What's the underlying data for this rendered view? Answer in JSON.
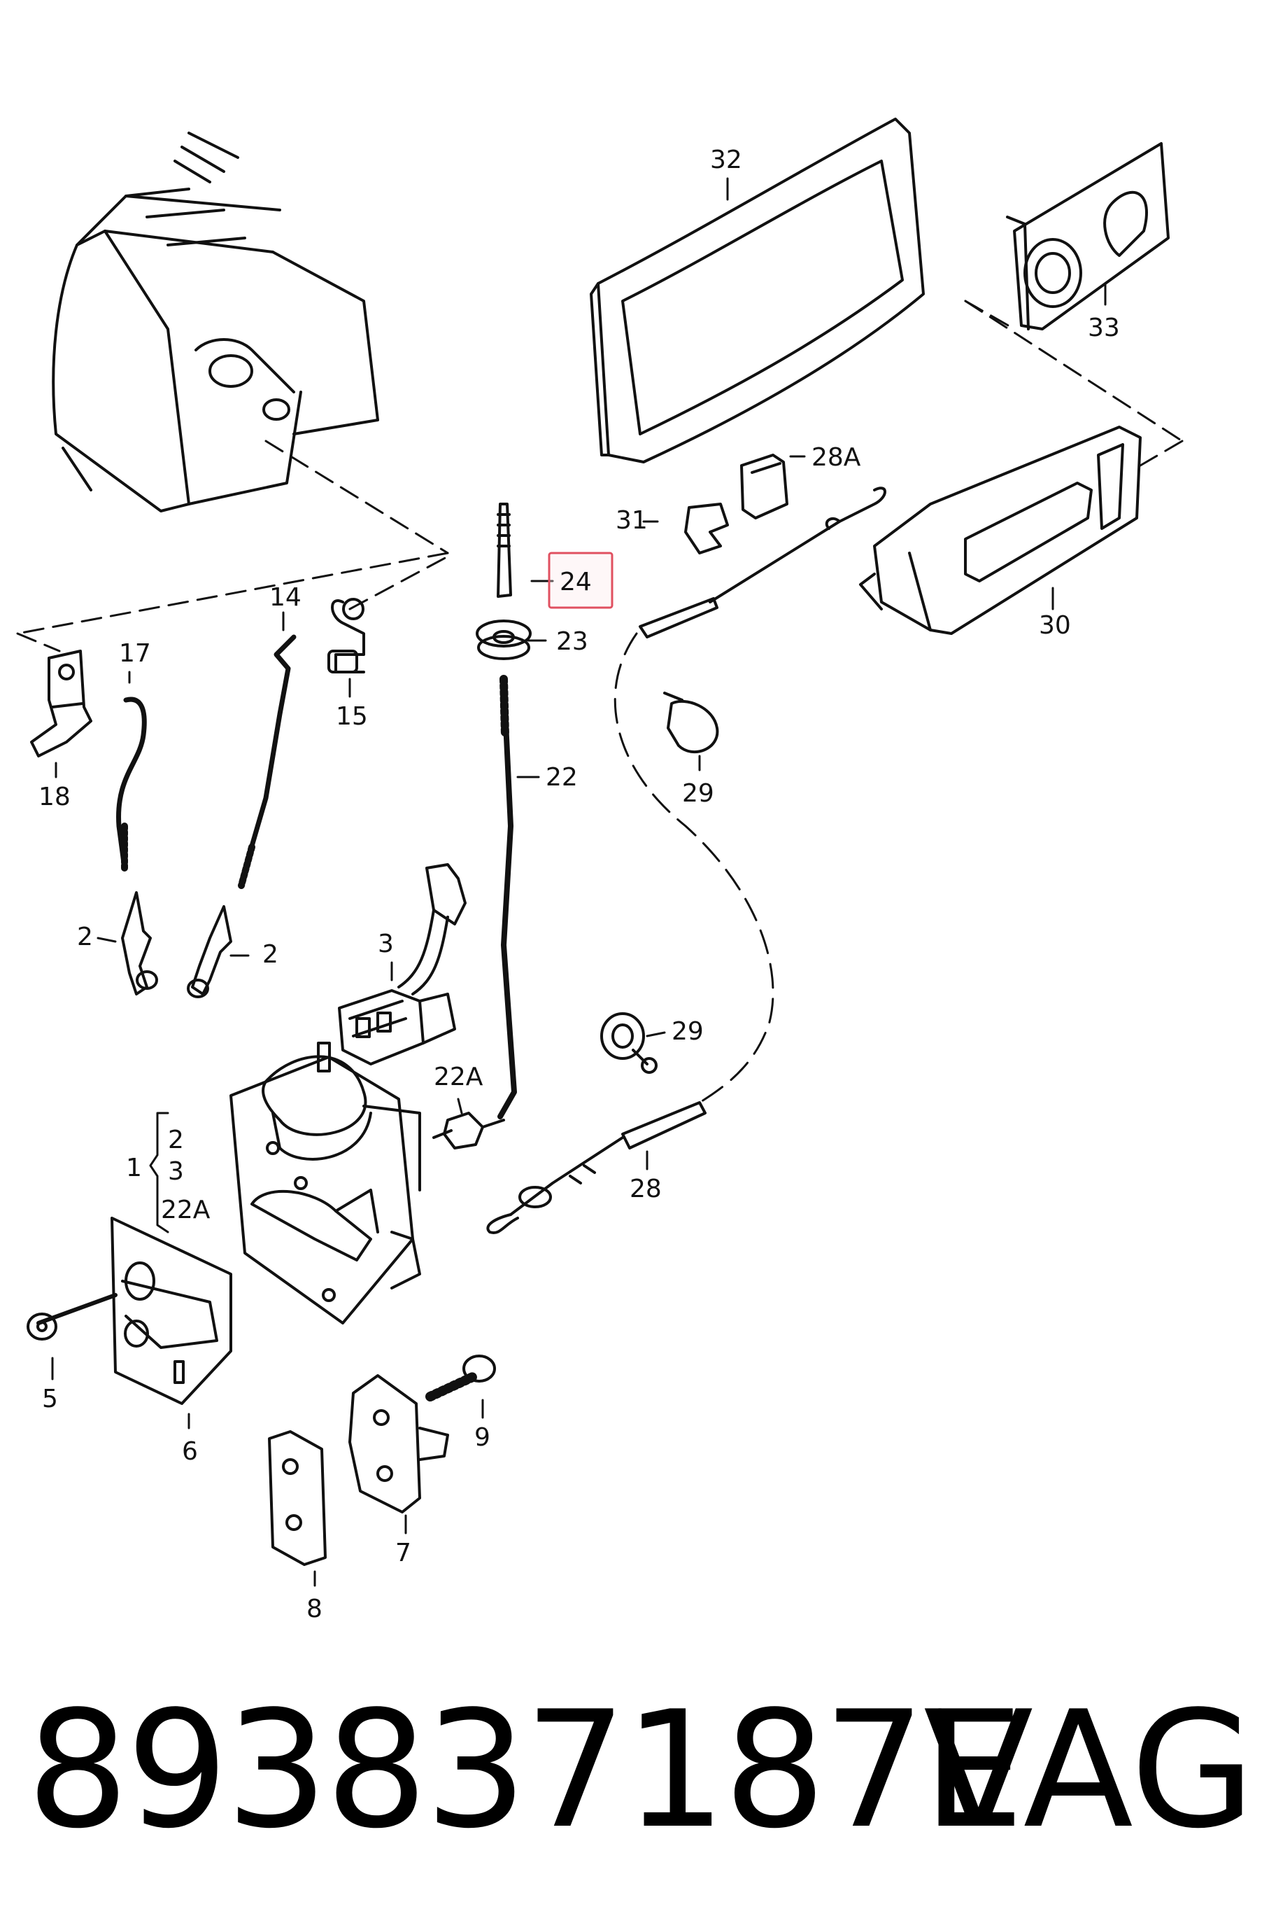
{
  "callouts": {
    "c1": "1",
    "c2a": "2",
    "c2b": "2",
    "c2c": "2",
    "c3a": "3",
    "c3b": "3",
    "c22a_a": "22A",
    "c22a_b": "22A",
    "c5": "5",
    "c6": "6",
    "c7": "7",
    "c8": "8",
    "c9": "9",
    "c14": "14",
    "c15": "15",
    "c17": "17",
    "c18": "18",
    "c22": "22",
    "c23": "23",
    "c24": "24",
    "c28": "28",
    "c28a": "28A",
    "c29a": "29",
    "c29b": "29",
    "c30": "30",
    "c31": "31",
    "c32": "32",
    "c33": "33"
  },
  "highlight_color": "#e05060",
  "footer": {
    "part_number": "893837187E",
    "brand": "VAG"
  }
}
